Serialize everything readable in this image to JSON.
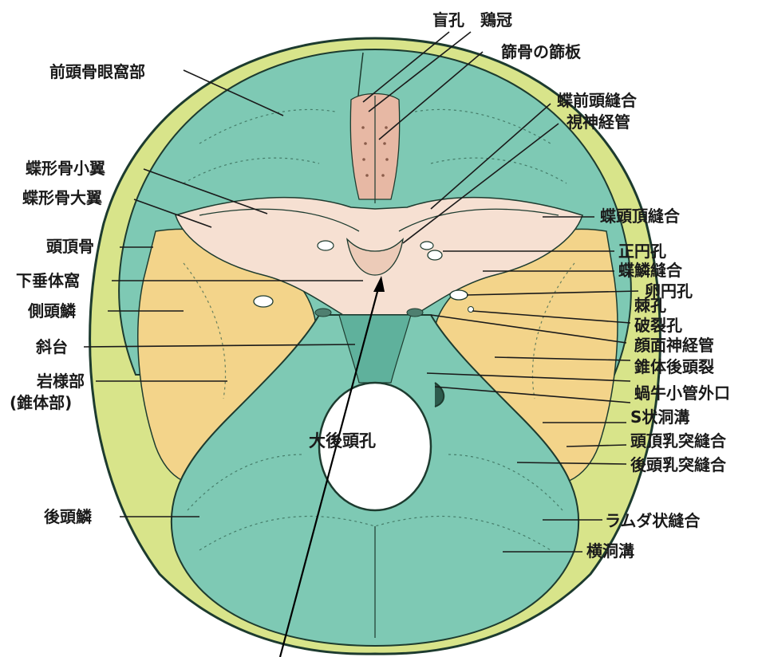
{
  "colors": {
    "bone_green": "#7ec9b4",
    "bone_green_dark": "#5fb19c",
    "parietal_yellow": "#d8e48a",
    "temporal_orange": "#f3d48a",
    "sphenoid_pink": "#f6e0d2",
    "ethmoid_pink": "#e7b8a4",
    "outline": "#1d3b2f"
  },
  "labels": {
    "foramen_cecum": "盲孔",
    "crista_galli": "鶏冠",
    "cribriform_plate": "篩骨の篩板",
    "frontal_orbital": "前頭骨眼窩部",
    "sphenofrontal_suture": "蝶前頭縫合",
    "optic_canal": "視神経管",
    "lesser_wing": "蝶形骨小翼",
    "greater_wing": "蝶形骨大翼",
    "sphenoparietal_suture": "蝶頭頂縫合",
    "parietal_bone": "頭頂骨",
    "foramen_rotundum": "正円孔",
    "sphenosquamous_suture": "蝶鱗縫合",
    "hypophyseal_fossa": "下垂体窩",
    "foramen_ovale": "卵円孔",
    "squamous_temporal": "側頭鱗",
    "foramen_spinosum": "棘孔",
    "foramen_lacerum": "破裂孔",
    "clivus": "斜台",
    "facial_canal": "顔面神経管",
    "petrooccipital_fissure": "錐体後頭裂",
    "petrous_part_1": "岩様部",
    "petrous_part_2": "(錐体部)",
    "cochlear_aqueduct": "蝸牛小管外口",
    "sigmoid_sulcus": "S状洞溝",
    "foramen_magnum": "大後頭孔",
    "parietomastoid_suture": "頭頂乳突縫合",
    "occipitomastoid_suture": "後頭乳突縫合",
    "occipital_squama": "後頭鱗",
    "lambdoid_suture": "ラムダ状縫合",
    "transverse_sulcus": "横洞溝"
  }
}
